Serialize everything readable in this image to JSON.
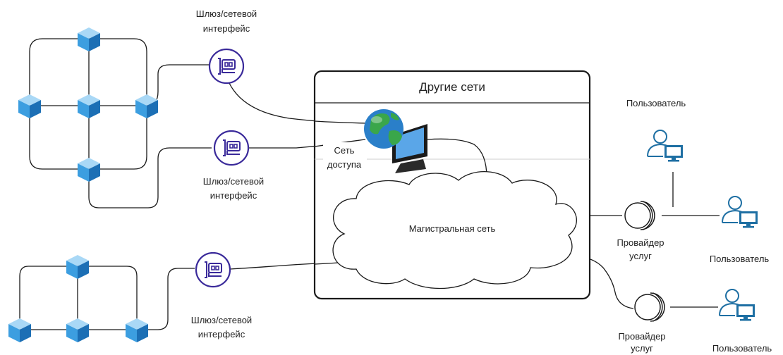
{
  "network": {
    "title": "Другие сети",
    "backbone_label": "Магистральная сеть",
    "access_label_1": "Сеть",
    "access_label_2": "доступа"
  },
  "gateways": [
    {
      "line1": "Шлюз/сетевой",
      "line2": "интерфейс"
    },
    {
      "line1": "Шлюз/сетевой",
      "line2": "интерфейс"
    },
    {
      "line1": "Шлюз/сетевой",
      "line2": "интерфейс"
    }
  ],
  "providers": [
    {
      "line1": "Провайдер",
      "line2": "услуг"
    },
    {
      "line1": "Провайдер",
      "line2": "услуг"
    }
  ],
  "users": [
    {
      "label": "Пользователь"
    },
    {
      "label": "Пользователь"
    },
    {
      "label": "Пользователь"
    }
  ],
  "colors": {
    "cube_top": "#a9d8f6",
    "cube_left": "#3c9ee0",
    "cube_right": "#1c6fb5",
    "gateway": "#3a2a9a",
    "user": "#1e6fa3",
    "globe_ocean": "#2a7fc9",
    "globe_land": "#3aa64a"
  }
}
